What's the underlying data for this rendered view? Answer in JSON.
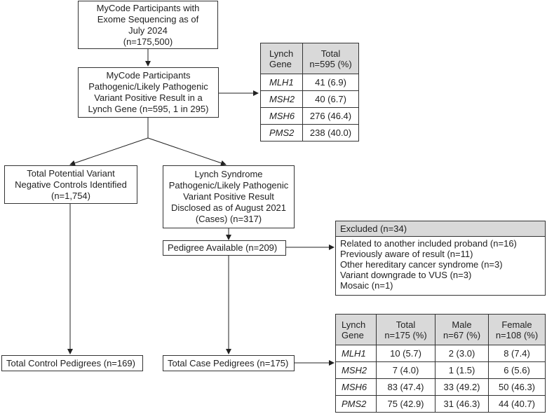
{
  "boxes": {
    "mycode": [
      "MyCode Participants with",
      "Exome Sequencing as of",
      "July 2024",
      "(n=175,500)"
    ],
    "positive": [
      "MyCode Participants",
      "Pathogenic/Likely Pathogenic",
      "Variant Positive Result in a",
      "Lynch Gene (n=595, 1 in 295)"
    ],
    "controls": [
      "Total Potential Variant",
      "Negative Controls Identified",
      "(n=1,754)"
    ],
    "cases": [
      "Lynch Syndrome",
      "Pathogenic/Likely Pathogenic",
      "Variant Positive Result",
      "Disclosed as of August 2021",
      "(Cases) (n=317)"
    ],
    "pedigree": "Pedigree Available (n=209)",
    "control_pedigrees": "Total Control Pedigrees (n=169)",
    "case_pedigrees": "Total Case Pedigrees (n=175)"
  },
  "excluded": {
    "title": "Excluded (n=34)",
    "items": [
      "Related to another included proband (n=16)",
      "Previously aware of result (n=11)",
      "Other hereditary cancer syndrome (n=3)",
      "Variant downgrade to VUS (n=3)",
      "Mosaic (n=1)"
    ]
  },
  "table1": {
    "headers": [
      [
        "Lynch",
        "Gene"
      ],
      [
        "Total",
        "n=595 (%)"
      ]
    ],
    "rows": [
      [
        "MLH1",
        "41 (6.9)"
      ],
      [
        "MSH2",
        "40 (6.7)"
      ],
      [
        "MSH6",
        "276 (46.4)"
      ],
      [
        "PMS2",
        "238 (40.0)"
      ]
    ]
  },
  "table2": {
    "headers": [
      [
        "Lynch",
        "Gene"
      ],
      [
        "Total",
        "n=175 (%)"
      ],
      [
        "Male",
        "n=67 (%)"
      ],
      [
        "Female",
        "n=108 (%)"
      ]
    ],
    "rows": [
      [
        "MLH1",
        "10 (5.7)",
        "2 (3.0)",
        "8 (7.4)"
      ],
      [
        "MSH2",
        "7 (4.0)",
        "1 (1.5)",
        "6 (5.6)"
      ],
      [
        "MSH6",
        "83 (47.4)",
        "33 (49.2)",
        "50 (46.3)"
      ],
      [
        "PMS2",
        "75 (42.9)",
        "31 (46.3)",
        "44 (40.7)"
      ]
    ]
  }
}
